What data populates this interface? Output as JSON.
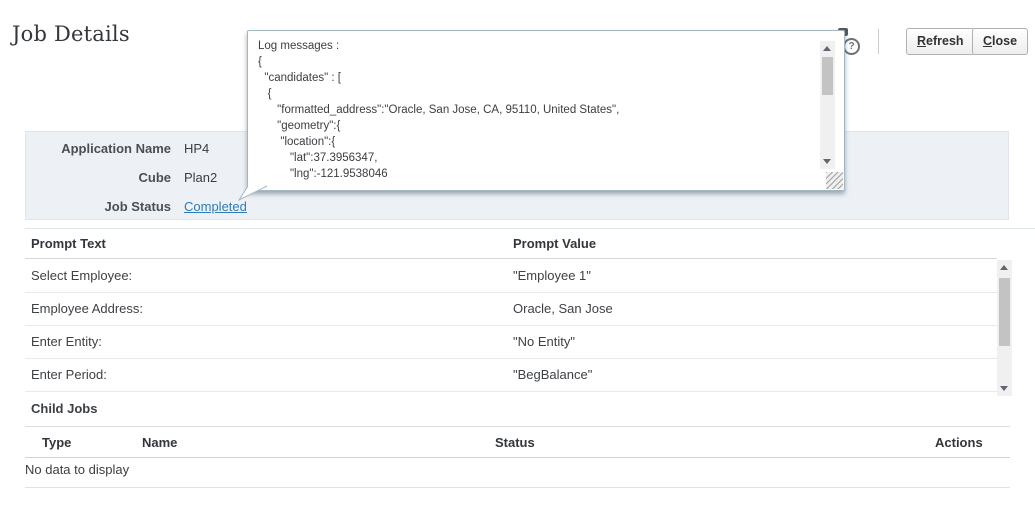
{
  "page": {
    "title": "Job Details"
  },
  "toolbar": {
    "refresh": {
      "key": "R",
      "rest": "efresh"
    },
    "close": {
      "key": "C",
      "rest": "lose"
    },
    "help_icon": "?"
  },
  "summary": {
    "rows": [
      {
        "label": "Application Name",
        "value": "HP4"
      },
      {
        "label": "Cube",
        "value": "Plan2"
      },
      {
        "label": "Job Status",
        "value": "Completed"
      }
    ]
  },
  "log_popup": {
    "text": "Log messages :\n{\n  \"candidates\" : [\n   {\n      \"formatted_address\":\"Oracle, San Jose, CA, 95110, United States\",\n      \"geometry\":{\n       \"location\":{\n          \"lat\":37.3956347,\n          \"lng\":-121.9538046"
  },
  "prompts": {
    "headers": [
      "Prompt Text",
      "Prompt Value"
    ],
    "rows": [
      {
        "text": "Select Employee:",
        "value": "\"Employee 1\""
      },
      {
        "text": "Employee Address:",
        "value": "Oracle, San Jose"
      },
      {
        "text": "Enter Entity:",
        "value": "\"No Entity\""
      },
      {
        "text": "Enter Period:",
        "value": "\"BegBalance\""
      }
    ]
  },
  "child_jobs": {
    "title": "Child Jobs",
    "headers": [
      "Type",
      "Name",
      "Status",
      "Actions"
    ],
    "empty_message": "No data to display"
  },
  "colors": {
    "link_blue": "#2e7cb8",
    "panel_bg": "#edf1f5",
    "popup_border": "#a4b6c2"
  }
}
